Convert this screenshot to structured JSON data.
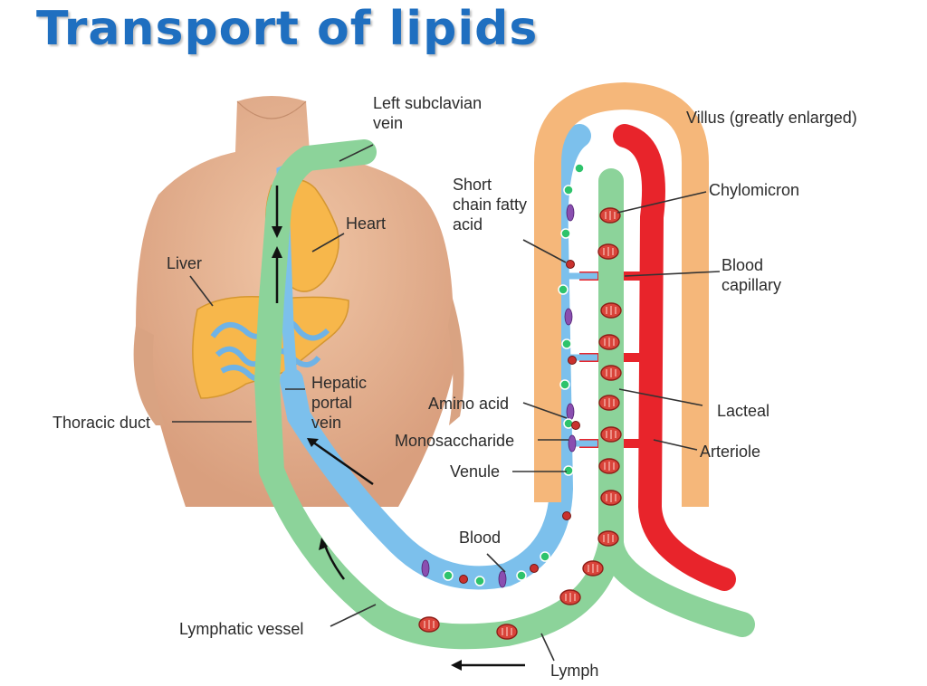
{
  "title": "Transport of lipids",
  "labels": {
    "left_subclavian_vein": "Left subclavian vein",
    "heart": "Heart",
    "liver": "Liver",
    "hepatic_portal_vein": "Hepatic portal vein",
    "thoracic_duct": "Thoracic duct",
    "lymphatic_vessel": "Lymphatic vessel",
    "blood": "Blood",
    "lymph": "Lymph",
    "villus": "Villus (greatly enlarged)",
    "short_chain_fatty_acid": "Short chain fatty acid",
    "chylomicron": "Chylomicron",
    "blood_capillary": "Blood capillary",
    "amino_acid": "Amino acid",
    "monosaccharide": "Monosaccharide",
    "venule": "Venule",
    "lacteal": "Lacteal",
    "arteriole": "Arteriole"
  },
  "colors": {
    "title": "#1f6fc0",
    "blood_vessel_blue": "#7cc0ec",
    "arteriole_red": "#e8242b",
    "lymph_green": "#8cd39a",
    "villus_orange": "#f5b77a",
    "liver_orange": "#f7b74b",
    "skin": "#e7b594",
    "chylomicron": "#d9443a"
  }
}
